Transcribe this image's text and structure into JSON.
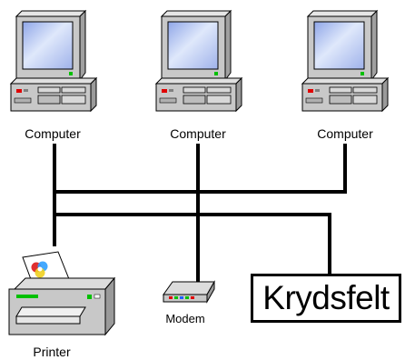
{
  "computers": [
    {
      "label": "Computer"
    },
    {
      "label": "Computer"
    },
    {
      "label": "Computer"
    }
  ],
  "printer": {
    "label": "Printer"
  },
  "modem": {
    "label": "Modem"
  },
  "patch_panel": {
    "label": "Krydsfelt"
  },
  "colors": {
    "line": "#000000",
    "case": "#c8c8c8",
    "screen": "#c9d7f5",
    "led": "#00c000"
  }
}
